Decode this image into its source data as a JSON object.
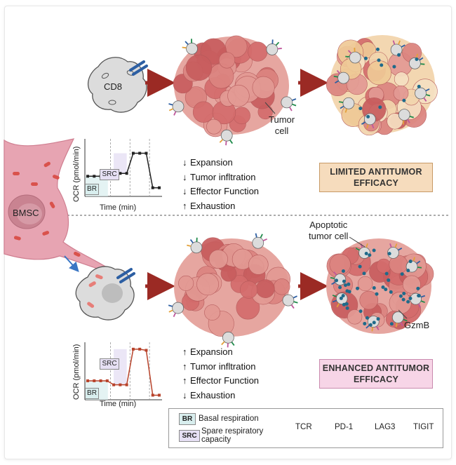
{
  "labels": {
    "cd8": "CD8",
    "tumor_cell": "Tumor\ncell",
    "bmsc": "BMSC",
    "apoptotic": "Apoptotic\ntumor cell",
    "gzmb": "GzmB"
  },
  "top_effects": [
    {
      "arrow": "down",
      "text": "Expansion"
    },
    {
      "arrow": "down",
      "text": "Tumor infltration"
    },
    {
      "arrow": "down",
      "text": "Effector Function"
    },
    {
      "arrow": "up",
      "text": "Exhaustion"
    }
  ],
  "bottom_effects": [
    {
      "arrow": "up",
      "text": "Expansion"
    },
    {
      "arrow": "up",
      "text": "Tumor infltration"
    },
    {
      "arrow": "up",
      "text": "Effector Function"
    },
    {
      "arrow": "down",
      "text": "Exhaustion"
    }
  ],
  "efficacy": {
    "limited": "LIMITED ANTITUMOR\nEFFICACY",
    "enhanced": "ENHANCED ANTITUMOR\nEFFICACY"
  },
  "charts": {
    "ylabel": "OCR (pmol/min)",
    "xlabel": "Time (min)",
    "br_tag": "BR",
    "src_tag": "SRC"
  },
  "chart_data": [
    {
      "type": "line",
      "name": "top",
      "x": [
        0,
        1,
        2,
        3,
        4,
        5,
        6,
        7,
        8,
        9,
        10,
        11
      ],
      "values": [
        3.5,
        3.5,
        3.5,
        3.5,
        4.0,
        4.0,
        4.0,
        7.5,
        7.5,
        7.5,
        1.5,
        1.5
      ],
      "ylim": [
        0,
        10
      ],
      "color": "#222222"
    },
    {
      "type": "line",
      "name": "bottom",
      "x": [
        0,
        1,
        2,
        3,
        4,
        5,
        6,
        7,
        8,
        9,
        10,
        11
      ],
      "values": [
        3.3,
        3.3,
        3.3,
        3.3,
        2.6,
        2.6,
        2.6,
        8.8,
        8.8,
        8.6,
        0.8,
        0.8
      ],
      "ylim": [
        0,
        10
      ],
      "color": "#b8432b"
    }
  ],
  "legend": {
    "br_tag": "BR",
    "br_text": "Basal respiration",
    "src_tag": "SRC",
    "src_text": "Spare respiratory\ncapacity",
    "tcr": "TCR",
    "pd1": "PD-1",
    "lag3": "LAG3",
    "tigit": "TIGIT"
  },
  "colors": {
    "arrow": "#9b2a24",
    "tumor": "#d46c6c",
    "tumor_light": "#e79a95",
    "apoptotic": "#f2d5ad",
    "tcell": "#dcdcdc",
    "bmsc": "#e7a4b2",
    "tcr": "#2d5fa3",
    "pd1": "#1e8a4a",
    "lag3": "#c0579b",
    "tigit": "#e3a13a",
    "br_fill": "#d8eeee",
    "src_fill": "#e6e0f4"
  }
}
